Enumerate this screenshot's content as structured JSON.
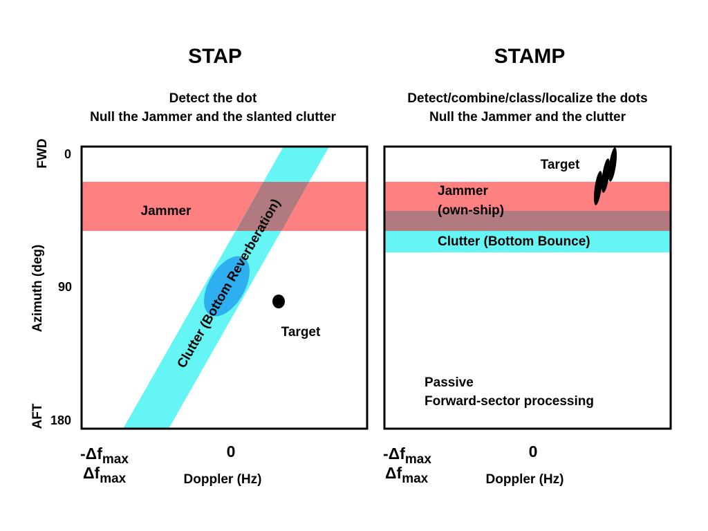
{
  "colors": {
    "jammer": "#ff8080",
    "clutter": "#66f5f5",
    "overlap": "#b07a80",
    "target_blob": "#2eaff0",
    "ink": "#000000",
    "background": "#ffffff"
  },
  "stap": {
    "title": "STAP",
    "subtitle_line1": "Detect the dot",
    "subtitle_line2": "Null the Jammer and the slanted clutter",
    "jammer_label": "Jammer",
    "clutter_label": "Clutter (Bottom Reverberation)",
    "target_label": "Target",
    "y_axis_label": "Azimuth (deg)",
    "y_top_label": "FWD",
    "y_bottom_label": "AFT",
    "y_ticks": [
      "0",
      "90",
      "180"
    ],
    "x_left_line1_prefix": "-Δf",
    "x_left_line1_sub": "max",
    "x_left_line2_prefix": "Δf",
    "x_left_line2_sub": "max",
    "x_center_tick": "0",
    "x_axis_label": "Doppler (Hz)"
  },
  "stamp": {
    "title": "STAMP",
    "subtitle_line1": "Detect/combine/class/localize the dots",
    "subtitle_line2": "Null the Jammer and the clutter",
    "target_label": "Target",
    "jammer_label_line1": "Jammer",
    "jammer_label_line2": "(own-ship)",
    "clutter_label": "Clutter (Bottom Bounce)",
    "passive_line1": "Passive",
    "passive_line2": "Forward-sector processing",
    "x_left_line1_prefix": "-Δf",
    "x_left_line1_sub": "max",
    "x_left_line2_prefix": "Δf",
    "x_left_line2_sub": "max",
    "x_center_tick": "0",
    "x_axis_label": "Doppler (Hz)"
  }
}
